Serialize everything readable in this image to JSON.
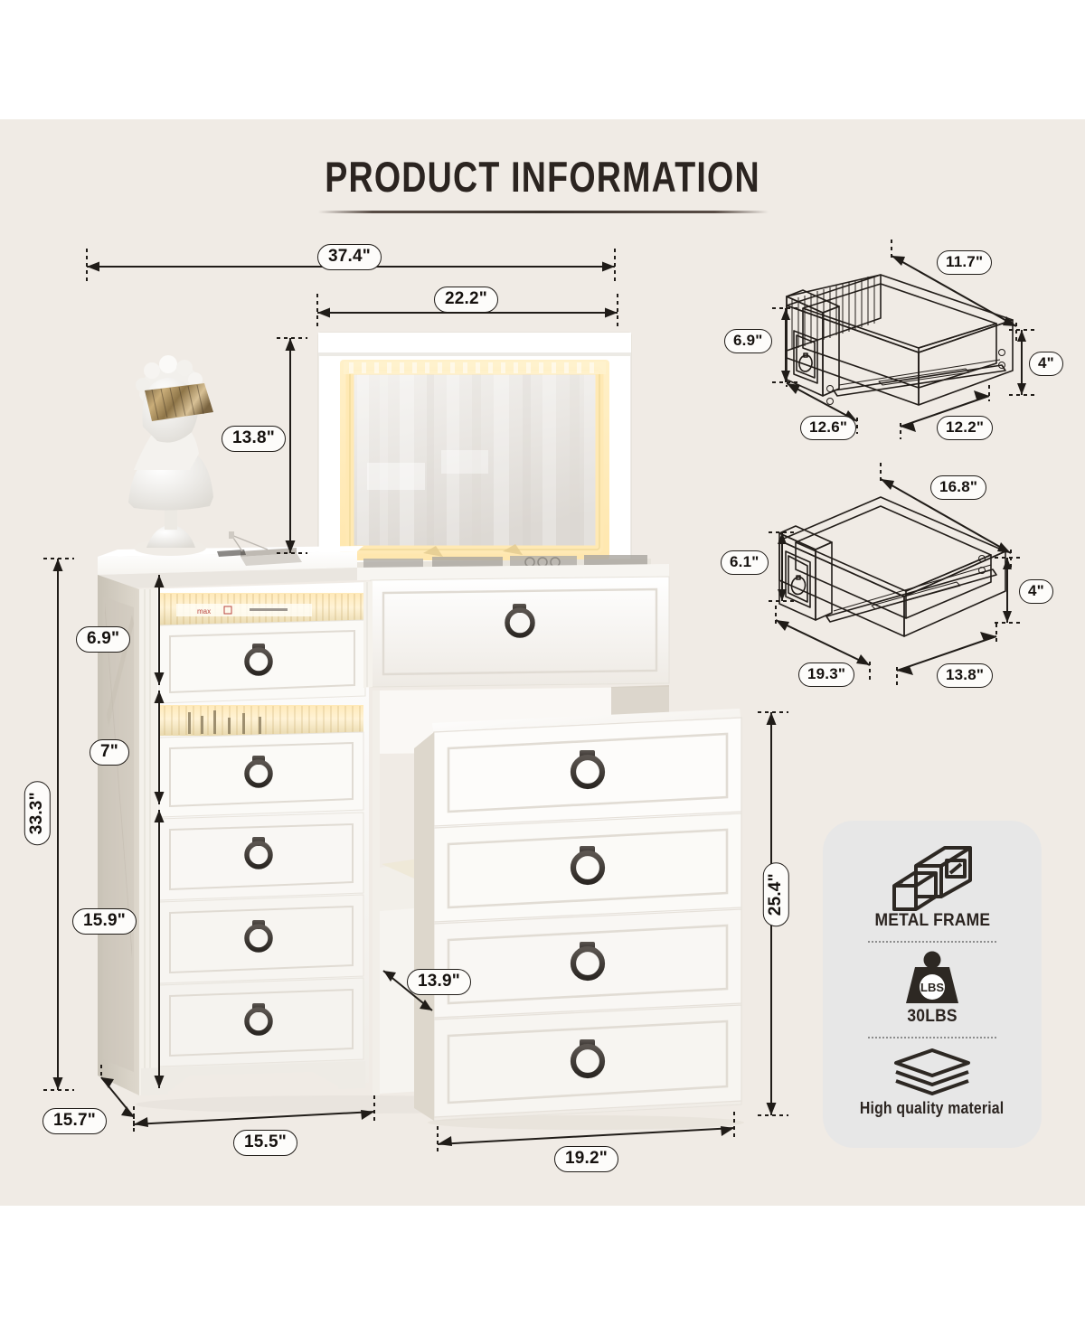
{
  "page": {
    "title": "PRODUCT INFORMATION",
    "background_color": "#f0ebe5",
    "outer_color": "#ffffff",
    "ink_color": "#201c18"
  },
  "main_view": {
    "name": "vanity-desk-with-mirror-and-chest",
    "dimensions": {
      "overall_width": "37.4\"",
      "mirror_width": "22.2\"",
      "mirror_height": "13.8\"",
      "overall_height": "33.3\"",
      "top_drawer_height": "6.9\"",
      "second_drawer_height": "7\"",
      "lower_drawers_height": "15.9\"",
      "left_depth": "15.7\"",
      "left_width": "15.5\"",
      "chest_height": "25.4\"",
      "chest_depth": "13.9\"",
      "chest_width": "19.2\""
    }
  },
  "drawer_detail_top": {
    "name": "small-drawer-dimensions",
    "width_back": "11.7\"",
    "side_height": "4\"",
    "front_height": "6.9\"",
    "front_width": "12.6\"",
    "depth": "12.2\""
  },
  "drawer_detail_bottom": {
    "name": "large-drawer-dimensions",
    "width_back": "16.8\"",
    "side_height": "4\"",
    "front_height": "6.1\"",
    "front_width": "19.3\"",
    "depth": "13.8\""
  },
  "features": {
    "items": [
      {
        "icon": "metal-tube-frame-icon",
        "label": "METAL FRAME"
      },
      {
        "icon": "weight-lbs-icon",
        "label": "30LBS",
        "badge": "LBS"
      },
      {
        "icon": "stacked-layers-icon",
        "label": "High quality material"
      }
    ]
  }
}
